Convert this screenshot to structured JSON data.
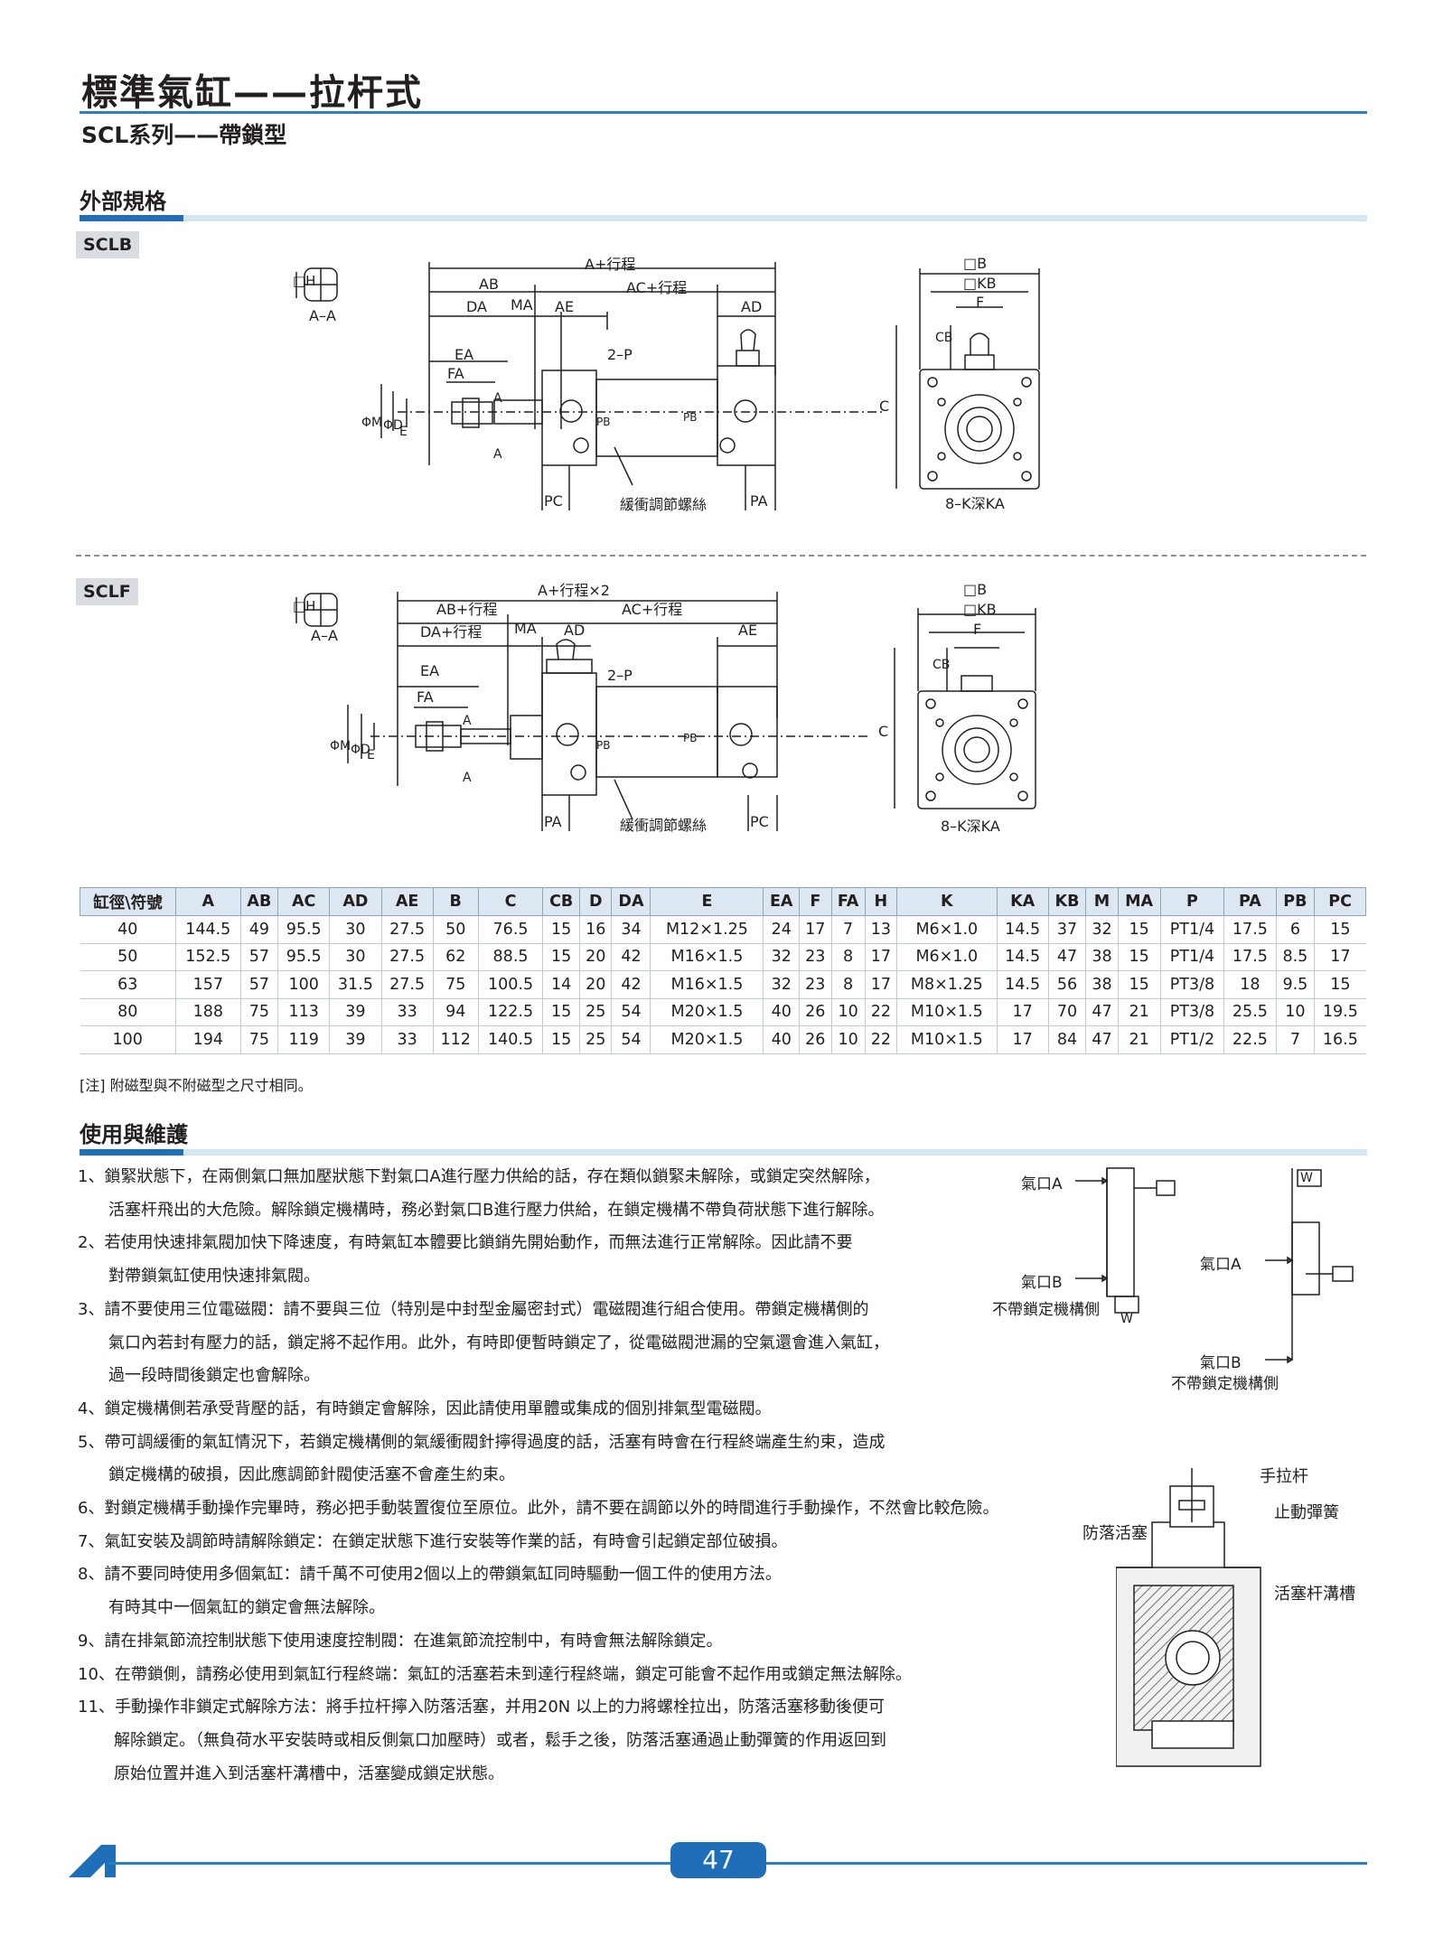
{
  "header": {
    "title": "標準氣缸——拉杆式",
    "subtitle": "SCL系列——帶鎖型"
  },
  "external_spec": {
    "section_title": "外部規格",
    "sclb": {
      "tag": "SCLB",
      "labels": {
        "h": "□H",
        "section": "A–A",
        "a_stroke": "A+行程",
        "ab": "AB",
        "ac_stroke": "AC+行程",
        "da": "DA",
        "ma": "MA",
        "ae": "AE",
        "ad": "AD",
        "ea": "EA",
        "fa": "FA",
        "port": "2–P",
        "phi_m": "ΦM",
        "phi_d": "ΦD",
        "e": "E",
        "a": "A",
        "pb": "PB",
        "pc": "PC",
        "pa": "PA",
        "cushion": "緩衝調節螺絲",
        "b": "□B",
        "kb": "□KB",
        "f": "F",
        "cb": "CB",
        "c": "C",
        "holes": "8–K深KA"
      }
    },
    "sclf": {
      "tag": "SCLF",
      "labels": {
        "h": "□H",
        "section": "A–A",
        "a_stroke": "A+行程×2",
        "ab": "AB+行程",
        "ac_stroke": "AC+行程",
        "da": "DA+行程",
        "ma": "MA",
        "ad": "AD",
        "ae": "AE",
        "ea": "EA",
        "fa": "FA",
        "port": "2–P",
        "phi_m": "ΦM",
        "phi_d": "ΦD",
        "e": "E",
        "a": "A",
        "pb": "PB",
        "pa": "PA",
        "pc": "PC",
        "cushion": "緩衝調節螺絲",
        "b": "□B",
        "kb": "□KB",
        "f": "F",
        "cb": "CB",
        "c": "C",
        "holes": "8–K深KA"
      }
    }
  },
  "table": {
    "headers": [
      "缸徑\\符號",
      "A",
      "AB",
      "AC",
      "AD",
      "AE",
      "B",
      "C",
      "CB",
      "D",
      "DA",
      "E",
      "EA",
      "F",
      "FA",
      "H",
      "K",
      "KA",
      "KB",
      "M",
      "MA",
      "P",
      "PA",
      "PB",
      "PC"
    ],
    "rows": [
      [
        "40",
        "144.5",
        "49",
        "95.5",
        "30",
        "27.5",
        "50",
        "76.5",
        "15",
        "16",
        "34",
        "M12×1.25",
        "24",
        "17",
        "7",
        "13",
        "M6×1.0",
        "14.5",
        "37",
        "32",
        "15",
        "PT1/4",
        "17.5",
        "6",
        "15"
      ],
      [
        "50",
        "152.5",
        "57",
        "95.5",
        "30",
        "27.5",
        "62",
        "88.5",
        "15",
        "20",
        "42",
        "M16×1.5",
        "32",
        "23",
        "8",
        "17",
        "M6×1.0",
        "14.5",
        "47",
        "38",
        "15",
        "PT1/4",
        "17.5",
        "8.5",
        "17"
      ],
      [
        "63",
        "157",
        "57",
        "100",
        "31.5",
        "27.5",
        "75",
        "100.5",
        "14",
        "20",
        "42",
        "M16×1.5",
        "32",
        "23",
        "8",
        "17",
        "M8×1.25",
        "14.5",
        "56",
        "38",
        "15",
        "PT3/8",
        "18",
        "9.5",
        "15"
      ],
      [
        "80",
        "188",
        "75",
        "113",
        "39",
        "33",
        "94",
        "122.5",
        "15",
        "25",
        "54",
        "M20×1.5",
        "40",
        "26",
        "10",
        "22",
        "M10×1.5",
        "17",
        "70",
        "47",
        "21",
        "PT3/8",
        "25.5",
        "10",
        "19.5"
      ],
      [
        "100",
        "194",
        "75",
        "119",
        "39",
        "33",
        "112",
        "140.5",
        "15",
        "25",
        "54",
        "M20×1.5",
        "40",
        "26",
        "10",
        "22",
        "M10×1.5",
        "17",
        "84",
        "47",
        "21",
        "PT1/2",
        "22.5",
        "7",
        "16.5"
      ]
    ],
    "note": "[注] 附磁型與不附磁型之尺寸相同。"
  },
  "usage": {
    "section_title": "使用與維護",
    "lines": [
      {
        "text": "1、鎖緊狀態下，在兩側氣口無加壓狀態下對氣口A進行壓力供給的話，存在類似鎖緊未解除，或鎖定突然解除，",
        "indent": 0
      },
      {
        "text": "活塞杆飛出的大危險。解除鎖定機構時，務必對氣口B進行壓力供給，在鎖定機構不帶負荷狀態下進行解除。",
        "indent": 1
      },
      {
        "text": "2、若使用快速排氣閥加快下降速度，有時氣缸本體要比鎖銷先開始動作，而無法進行正常解除。因此請不要",
        "indent": 0
      },
      {
        "text": "對帶鎖氣缸使用快速排氣閥。",
        "indent": 1
      },
      {
        "text": "3、請不要使用三位電磁閥：請不要與三位（特別是中封型金屬密封式）電磁閥進行組合使用。帶鎖定機構側的",
        "indent": 0
      },
      {
        "text": "氣口內若封有壓力的話，鎖定將不起作用。此外，有時即便暫時鎖定了，從電磁閥泄漏的空氣還會進入氣缸，",
        "indent": 1
      },
      {
        "text": "過一段時間後鎖定也會解除。",
        "indent": 1
      },
      {
        "text": "4、鎖定機構側若承受背壓的話，有時鎖定會解除，因此請使用單體或集成的個別排氣型電磁閥。",
        "indent": 0
      },
      {
        "text": "5、帶可調緩衝的氣缸情況下，若鎖定機構側的氣緩衝閥針擰得過度的話，活塞有時會在行程終端產生約束，造成",
        "indent": 0
      },
      {
        "text": "鎖定機構的破損，因此應調節針閥使活塞不會產生約束。",
        "indent": 1
      },
      {
        "text": "6、對鎖定機構手動操作完畢時，務必把手動裝置復位至原位。此外，請不要在調節以外的時間進行手動操作，不然會比較危險。",
        "indent": 0
      },
      {
        "text": "7、氣缸安裝及調節時請解除鎖定：在鎖定狀態下進行安裝等作業的話，有時會引起鎖定部位破損。",
        "indent": 0
      },
      {
        "text": "8、請不要同時使用多個氣缸：請千萬不可使用2個以上的帶鎖氣缸同時驅動一個工件的使用方法。",
        "indent": 0
      },
      {
        "text": "有時其中一個氣缸的鎖定會無法解除。",
        "indent": 1
      },
      {
        "text": "9、請在排氣節流控制狀態下使用速度控制閥：在進氣節流控制中，有時會無法解除鎖定。",
        "indent": 0
      },
      {
        "text": "10、在帶鎖側，請務必使用到氣缸行程終端：氣缸的活塞若未到達行程終端，鎖定可能會不起作用或鎖定無法解除。",
        "indent": 0
      },
      {
        "text": "11、手動操作非鎖定式解除方法：將手拉杆擰入防落活塞，并用20N 以上的力將螺栓拉出，防落活塞移動後便可",
        "indent": 0
      },
      {
        "text": "解除鎖定。（無負荷水平安裝時或相反側氣口加壓時）或者，鬆手之後，防落活塞通過止動彈簧的作用返回到",
        "indent": 2
      },
      {
        "text": "原始位置并進入到活塞杆溝槽中，活塞變成鎖定狀態。",
        "indent": 2
      }
    ],
    "diagram": {
      "port_a": "氣口A",
      "port_b": "氣口B",
      "w": "W",
      "no_lock_side": "不帶鎖定機構側",
      "manual_pull_rod": "手拉杆",
      "stop_spring": "止動彈簧",
      "anti_drop_piston": "防落活塞",
      "rod_groove": "活塞杆溝槽"
    }
  },
  "footer": {
    "page_number": "47"
  },
  "colors": {
    "accent": "#1e6fb7",
    "rule": "#2b7fc3",
    "header_bg": "#dce7f1",
    "tag_bg": "#d9dde1"
  }
}
